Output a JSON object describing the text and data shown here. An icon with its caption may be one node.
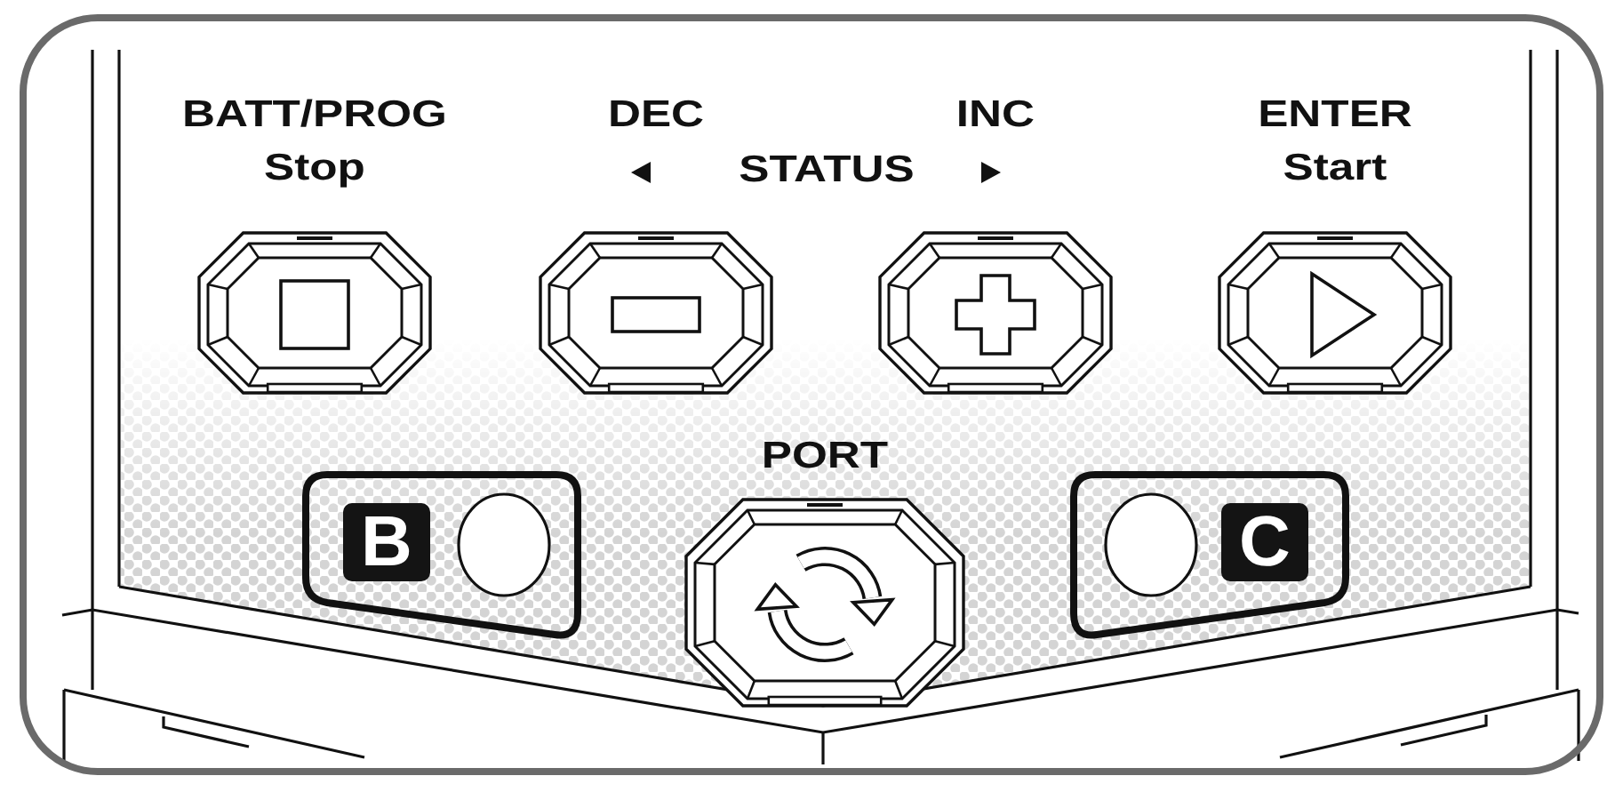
{
  "diagram": {
    "nodes": [
      {
        "text": [
          "BATT/PROG",
          "Stop"
        ]
      },
      {
        "text": [
          "DEC"
        ]
      },
      {
        "text": [
          "INC"
        ]
      },
      {
        "text": [
          "ENTER",
          "Start"
        ]
      },
      {
        "text": [
          "B"
        ]
      },
      {
        "text": [
          "PORT"
        ]
      },
      {
        "text": [
          "C"
        ]
      }
    ],
    "labels": [
      "STATUS"
    ]
  }
}
